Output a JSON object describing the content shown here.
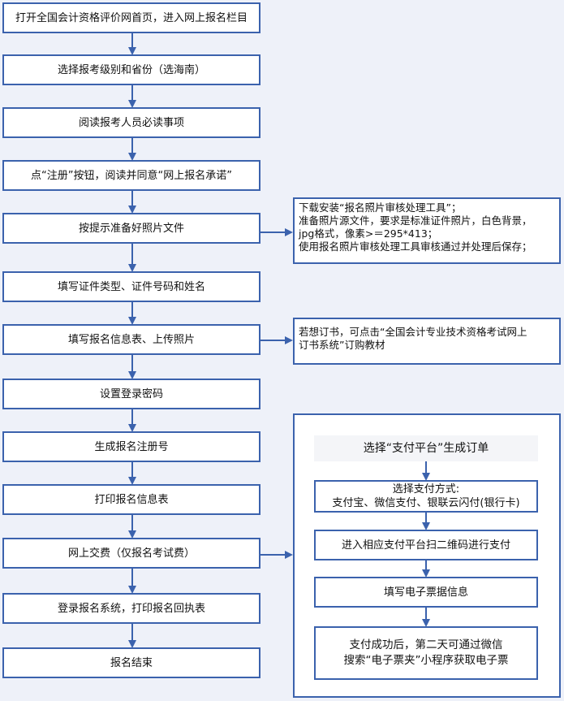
{
  "steps": [
    "打开全国会计资格评价网首页，进入网上报名栏目",
    "选择报考级别和省份（选海南）",
    "阅读报考人员必读事项",
    "点“注册”按钮，阅读并同意“网上报名承诺”",
    "按提示准备好照片文件",
    "填写证件类型、证件号码和姓名",
    "填写报名信息表、上传照片",
    "设置登录密码",
    "生成报名注册号",
    "打印报名信息表",
    "网上交费（仅报名考试费）",
    "登录报名系统，打印报名回执表",
    "报名结束"
  ],
  "photo_note": [
    "下载安装“报名照片审核处理工具”；",
    "准备照片源文件，要求是标准证件照片，白色背景，",
    "jpg格式，像素>＝295*413；",
    "使用报名照片审核处理工具审核通过并处理后保存；"
  ],
  "book_note": [
    "若想订书，可点击“全国会计专业技术资格考试网上",
    "订书系统”订购教材"
  ],
  "payment": {
    "title": "选择“支付平台”生成订单",
    "step1": [
      "选择支付方式:",
      "支付宝、微信支付、银联云闪付(银行卡)"
    ],
    "step2": "进入相应支付平台扫二维码进行支付",
    "step3": "填写电子票据信息",
    "step4": [
      "支付成功后，第二天可通过微信",
      "搜索“电子票夹”小程序获取电子票"
    ]
  },
  "colors": {
    "border": "#3b62ad",
    "arrow": "#3b62ad",
    "background": "#eef1f9"
  }
}
